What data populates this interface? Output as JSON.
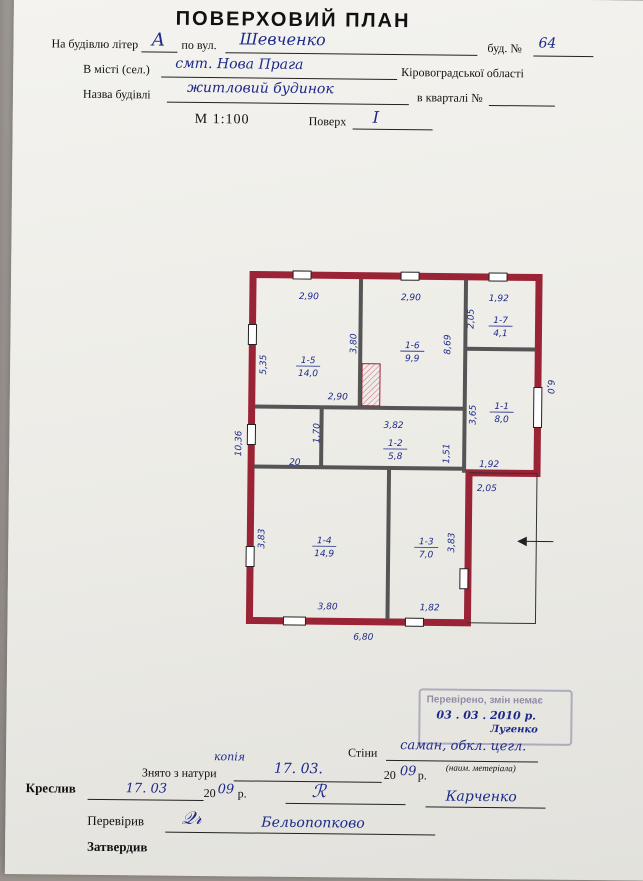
{
  "header": {
    "title": "ПОВЕРХОВИЙ ПЛАН",
    "building_letter_label": "На будівлю літер",
    "building_letter_value": "А",
    "street_label": "по вул.",
    "street_value": "Шевченко",
    "house_no_label": "буд. №",
    "house_no_value": "64",
    "city_label": "В місті (сел.)",
    "city_value": "смт. Нова Прага",
    "region_suffix": "Кіровоградської області",
    "building_name_label": "Назва будівлі",
    "building_name_value": "житловий будинок",
    "quarter_label": "в кварталі №",
    "scale": "М 1:100",
    "floor_label": "Поверх",
    "floor_value": "I"
  },
  "plan": {
    "dimensions": {
      "top_1": "2,90",
      "top_2": "2,90",
      "top_3": "1,92",
      "room15_height": "5,35",
      "room16_height": "3,80",
      "room16_height2": "8,69",
      "room17_height": "2,05",
      "right_side": "6,0",
      "inner_width": "2,90",
      "left_total": "10,36",
      "hall_width": "3,82",
      "hall_height": "1,70",
      "room12_height": "1,51",
      "kitchen_height": "3,65",
      "kitchen_bottom": "1,92",
      "porch_width": "2,05",
      "left_stub": "20",
      "room14_height": "3,83",
      "room13_height": "3,83",
      "bottom_1": "3,80",
      "bottom_2": "1,82",
      "total_width": "6,80"
    },
    "rooms": [
      {
        "id": "1-5",
        "area": "14,0"
      },
      {
        "id": "1-6",
        "area": "9,9"
      },
      {
        "id": "1-7",
        "area": "4,1"
      },
      {
        "id": "1-1",
        "area": "8,0"
      },
      {
        "id": "1-2",
        "area": "5,8"
      },
      {
        "id": "1-4",
        "area": "14,9"
      },
      {
        "id": "1-3",
        "area": "7,0"
      }
    ]
  },
  "stamp": {
    "text": "Перевірено, змін немає",
    "date": "03 . 03 . 2010 р.",
    "signature": "Лугенко"
  },
  "footer": {
    "walls_label": "Стіни",
    "walls_value": "саман, обкл. цегл.",
    "walls_hint": "(наим. метеріала)",
    "surveyed_label": "Знято з натури",
    "surveyed_note": "копія",
    "surveyed_date": "17. 03.",
    "surveyed_year_prefix": "20",
    "surveyed_year": "09",
    "year_suffix": "р.",
    "drawn_label": "Креслив",
    "drawn_date": "17. 03",
    "drawn_year_prefix": "20",
    "drawn_year": "09",
    "drawn_name": "Карченко",
    "checked_label": "Перевірив",
    "checked_name": "Бельопопково",
    "approved_label": "Затвердив"
  },
  "colors": {
    "ink": "#1d2a8a",
    "wall_red": "#9b2336",
    "wall_fill": "#f3eef0"
  }
}
